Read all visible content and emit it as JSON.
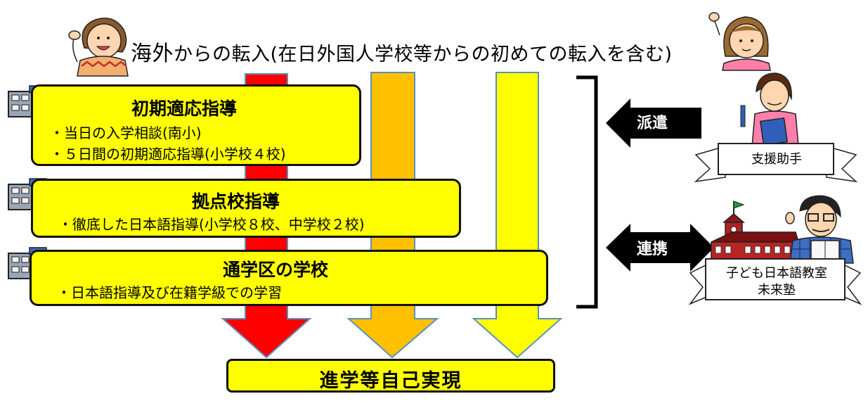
{
  "heading": {
    "lead": "海外",
    "rest": "からの転入(在日外国人学校等からの初めての転入を含む)"
  },
  "boxes": {
    "initial": {
      "title": "初期適応指導",
      "items": [
        "・当日の入学相談(南小)",
        "・５日間の初期適応指導(小学校４校)"
      ]
    },
    "hub": {
      "title": "拠点校指導",
      "items": [
        "・徹底した日本語指導(小学校８校、中学校２校)"
      ]
    },
    "school": {
      "title": "通学区の学校",
      "items": [
        "・日本語指導及び在籍学級での学習"
      ]
    },
    "goal": {
      "title": "進学等自己実現"
    }
  },
  "arrows": {
    "dispatch": "派遣",
    "collaboration": "連携"
  },
  "partners": {
    "support": "支援助手",
    "classroom_line1": "子ども日本語教室",
    "classroom_line2": "未来塾"
  },
  "colors": {
    "red_arrow": "#ff0000",
    "orange_arrow": "#ffc000",
    "yellow_arrow": "#ffff00",
    "box_fill": "#ffff00",
    "dark_arrow": "#000000"
  },
  "icons": [
    "building-icon",
    "child-waving-icon",
    "girl-waving-icon",
    "teacher-icon",
    "school-building-icon",
    "man-reading-icon"
  ]
}
